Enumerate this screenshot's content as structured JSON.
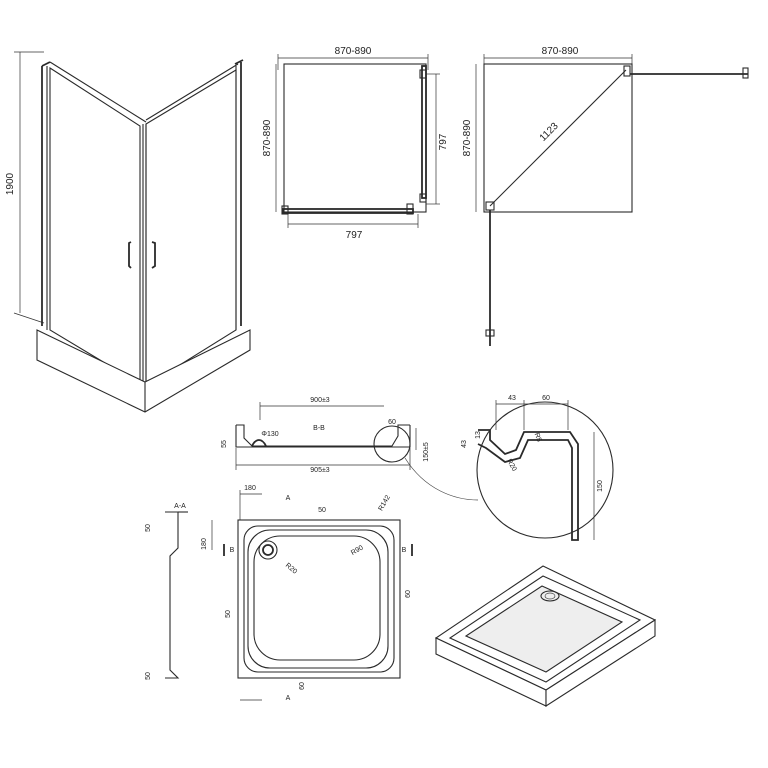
{
  "enclosure_view": {
    "height_label": "1900"
  },
  "top_view": {
    "width_label": "870-890",
    "depth_label": "870-890",
    "inner_right_label": "797",
    "inner_bottom_label": "797"
  },
  "open_view": {
    "width_label": "870-890",
    "depth_label": "870-890",
    "diagonal_label": "1123"
  },
  "section_bb": {
    "width_top": "900±3",
    "width_bottom": "905±3",
    "section_title": "B-B",
    "drain_label": "Φ130",
    "height_label": "150±5",
    "left_label": "55",
    "right_label": "60"
  },
  "detail": {
    "d43": "43",
    "d60": "60",
    "d13": "13",
    "d43b": "43",
    "dR5": "R5",
    "dR20": "R20",
    "d150": "150"
  },
  "section_aa": {
    "title": "A-A",
    "top_label": "50",
    "bottom_label": "50"
  },
  "tray_plan": {
    "dim_180_top": "180",
    "marker_a_top": "A",
    "dim_50_top": "50",
    "dim_r142": "R142",
    "dim_180_left": "180",
    "marker_b_left": "B",
    "marker_b_right": "B",
    "dim_r90": "R90",
    "dim_r20": "R20",
    "dim_50_left": "50",
    "dim_60_right": "60",
    "dim_60_bottom": "60",
    "marker_a_bottom": "A"
  }
}
